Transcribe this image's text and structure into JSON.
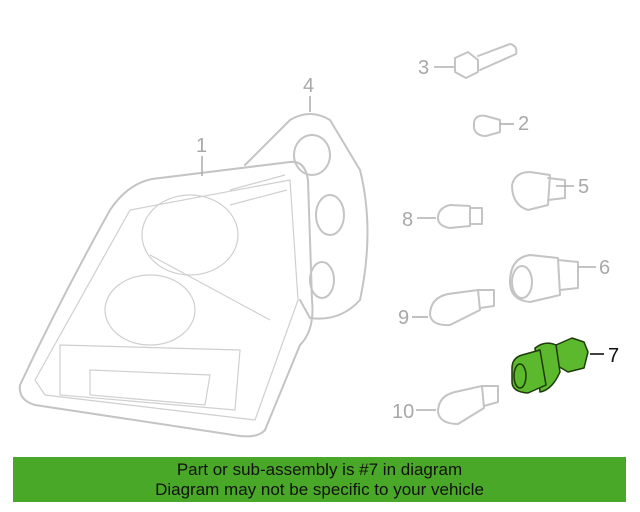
{
  "diagram": {
    "callouts": [
      "1",
      "2",
      "3",
      "4",
      "5",
      "6",
      "7",
      "8",
      "9",
      "10"
    ],
    "highlighted_part": "7",
    "highlight_color": "#5cb82c"
  },
  "banner": {
    "line1": "Part or sub-assembly is #7 in diagram",
    "line2": "Diagram may not be specific to your vehicle",
    "color": "#4aa829"
  }
}
